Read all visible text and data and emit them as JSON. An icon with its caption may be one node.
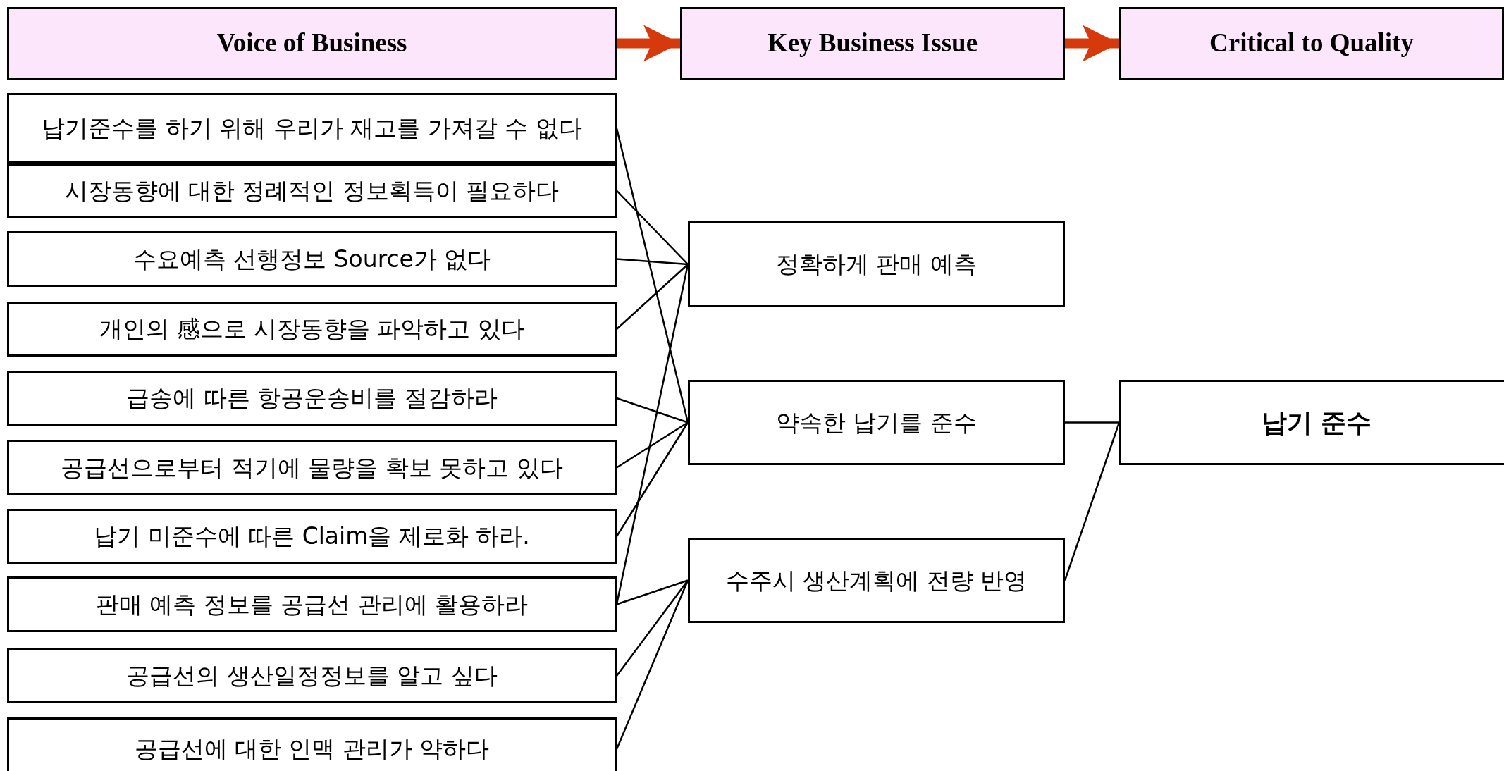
{
  "diagram": {
    "nodes": [
      {
        "text": [
          "Voice of Business"
        ]
      },
      {
        "text": [
          "Key Business  Issue"
        ]
      },
      {
        "text": [
          "Critical to Quality"
        ]
      },
      {
        "text": [
          "납기준수를 하기 위해 우리가 재고를 가져갈 수 없다"
        ]
      },
      {
        "text": [
          "시장동향에 대한 정례적인 정보획득이 필요하다"
        ]
      },
      {
        "text": [
          "수요예측 선행정보 Source가 없다"
        ]
      },
      {
        "text": [
          "개인의 感으로 시장동향을 파악하고 있다"
        ]
      },
      {
        "text": [
          "급송에 따른 항공운송비를 절감하라"
        ]
      },
      {
        "text": [
          "공급선으로부터 적기에 물량을 확보 못하고 있다"
        ]
      },
      {
        "text": [
          "납기 미준수에 따른 Claim을 제로화 하라."
        ]
      },
      {
        "text": [
          "판매 예측 정보를 공급선 관리에 활용하라"
        ]
      },
      {
        "text": [
          "공급선의 생산일정정보를 알고 싶다"
        ]
      },
      {
        "text": [
          "공급선에 대한 인맥 관리가 약하다"
        ]
      },
      {
        "text": [
          "정확하게 판매 예측"
        ]
      },
      {
        "text": [
          "약속한 납기를 준수"
        ]
      },
      {
        "text": [
          "수주시 생산계획에 전량 반영"
        ]
      },
      {
        "text": [
          "납기 준수"
        ]
      }
    ],
    "edges": [
      {
        "from": 0,
        "to": 1,
        "arrow": "to",
        "style": "thick",
        "color": "#d63a0c"
      },
      {
        "from": 1,
        "to": 2,
        "arrow": "to",
        "style": "thick",
        "color": "#d63a0c"
      },
      {
        "from": 3,
        "to": 14,
        "arrow": "none"
      },
      {
        "from": 4,
        "to": 13,
        "arrow": "none"
      },
      {
        "from": 5,
        "to": 13,
        "arrow": "none"
      },
      {
        "from": 6,
        "to": 13,
        "arrow": "none"
      },
      {
        "from": 7,
        "to": 14,
        "arrow": "none"
      },
      {
        "from": 8,
        "to": 14,
        "arrow": "none"
      },
      {
        "from": 9,
        "to": 14,
        "arrow": "none"
      },
      {
        "from": 10,
        "to": 13,
        "arrow": "none"
      },
      {
        "from": 10,
        "to": 15,
        "arrow": "none"
      },
      {
        "from": 11,
        "to": 15,
        "arrow": "none"
      },
      {
        "from": 12,
        "to": 15,
        "arrow": "none"
      },
      {
        "from": 14,
        "to": 16,
        "arrow": "none"
      },
      {
        "from": 15,
        "to": 16,
        "arrow": "none"
      }
    ]
  }
}
